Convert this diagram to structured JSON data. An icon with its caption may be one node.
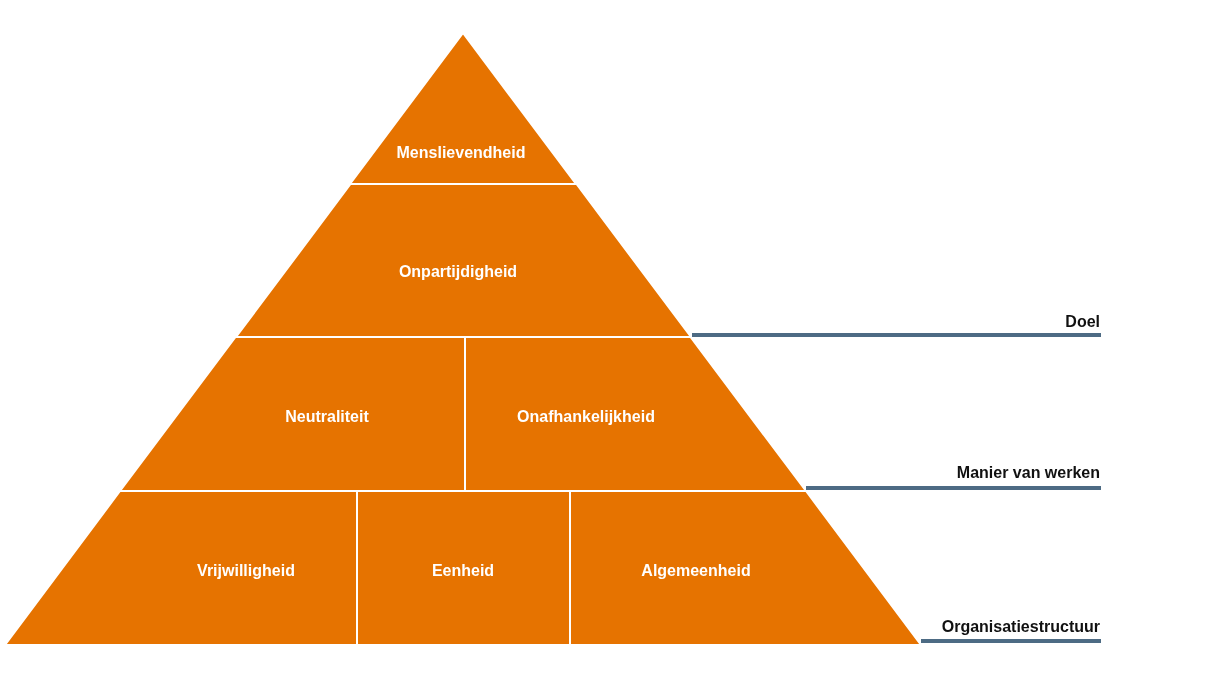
{
  "diagram": {
    "nodes": [
      {
        "text": [
          "Menslievendheid"
        ]
      },
      {
        "text": [
          "Onpartijdigheid"
        ]
      },
      {
        "text": [
          "Neutraliteit"
        ]
      },
      {
        "text": [
          "Onafhankelijkheid"
        ]
      },
      {
        "text": [
          "Vrijwilligheid"
        ]
      },
      {
        "text": [
          "Eenheid"
        ]
      },
      {
        "text": [
          "Algemeenheid"
        ]
      }
    ],
    "labels": [
      "Doel",
      "Manier van werken",
      "Organisatiestructuur"
    ]
  }
}
